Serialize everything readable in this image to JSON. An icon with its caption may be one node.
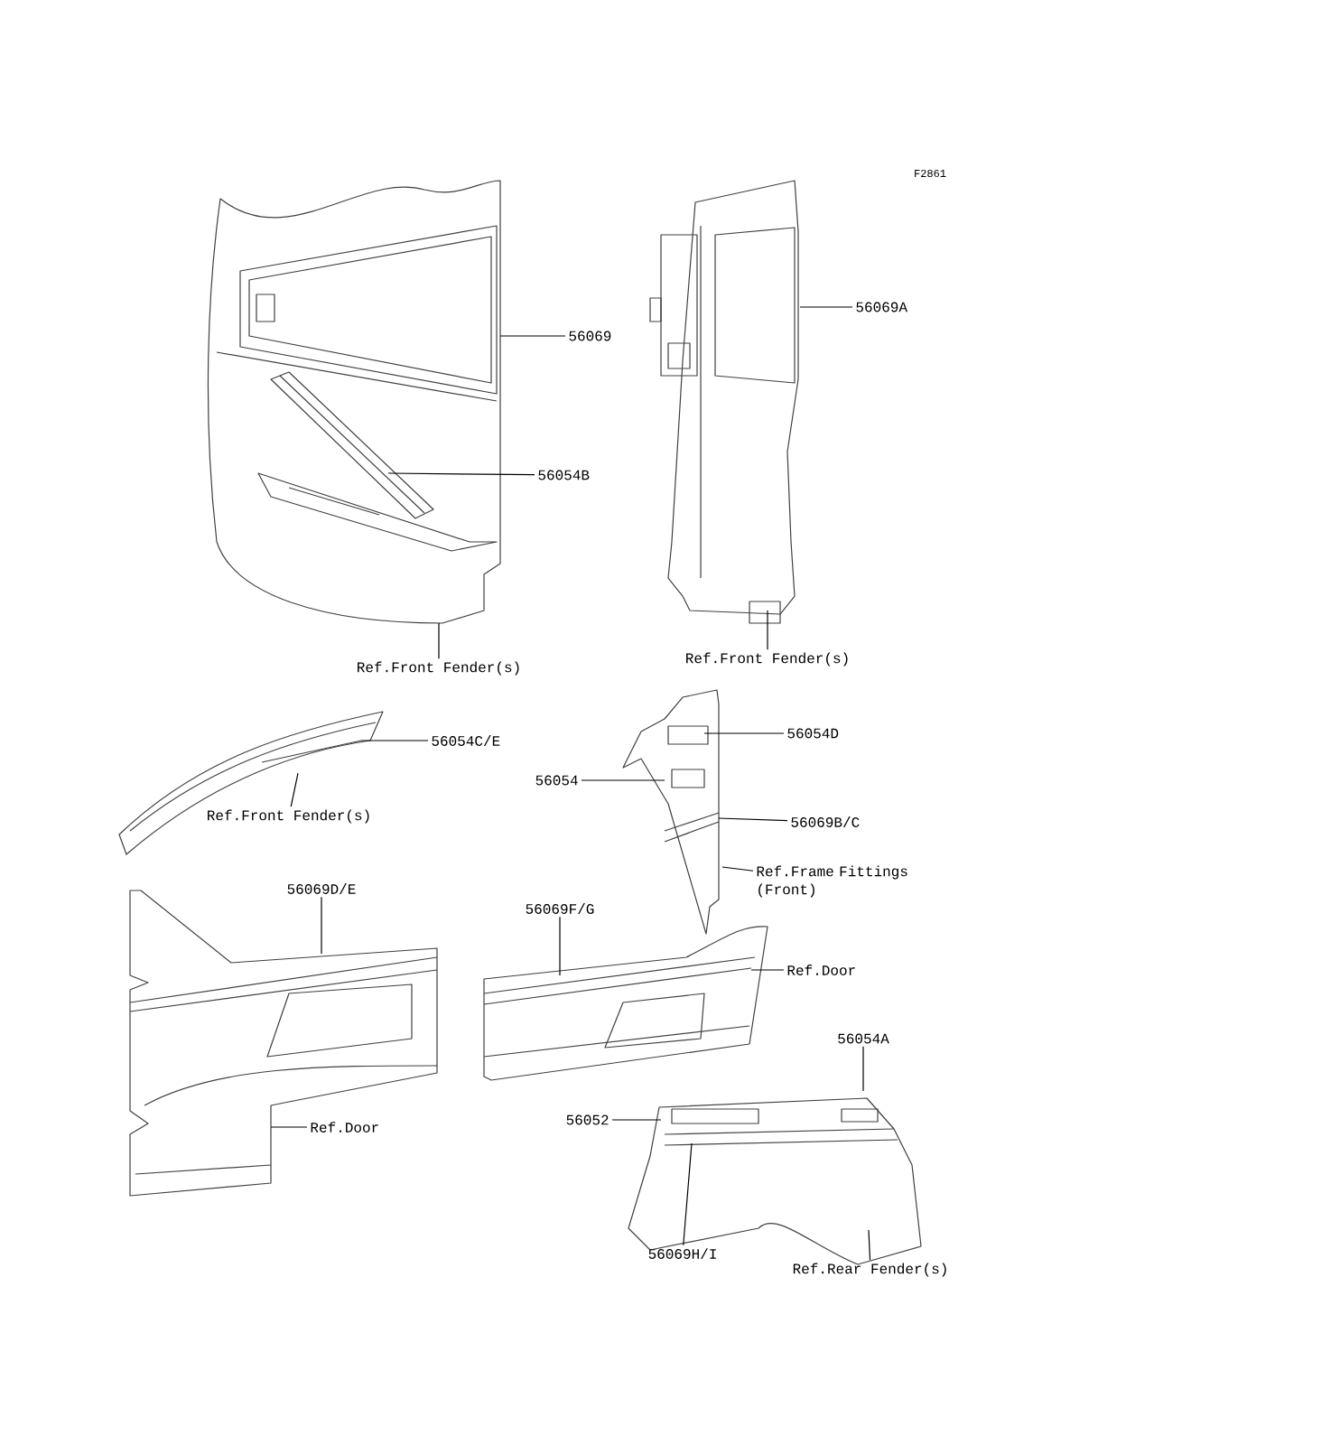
{
  "diagram": {
    "nodes": [
      {
        "text": [
          "56069"
        ]
      },
      {
        "text": [
          "56054B"
        ]
      },
      {
        "text": [
          "56069A"
        ]
      },
      {
        "text": [
          "Ref.Front Fender(s)"
        ]
      },
      {
        "text": [
          "Ref.Front Fender(s)"
        ]
      },
      {
        "text": [
          "56054C/E"
        ]
      },
      {
        "text": [
          "56054D"
        ]
      },
      {
        "text": [
          "56054"
        ]
      },
      {
        "text": [
          "56069B/C"
        ]
      },
      {
        "text": [
          "Ref.Frame Fittings (Front)"
        ]
      },
      {
        "text": [
          "Ref.Front Fender(s)"
        ]
      },
      {
        "text": [
          "56069D/E"
        ]
      },
      {
        "text": [
          "56069F/G"
        ]
      },
      {
        "text": [
          "Ref.Door"
        ]
      },
      {
        "text": [
          "56054A"
        ]
      },
      {
        "text": [
          "56052"
        ]
      },
      {
        "text": [
          "Ref.Door"
        ]
      },
      {
        "text": [
          "56069H/I"
        ]
      },
      {
        "text": [
          "Ref.Rear Fender(s)"
        ]
      },
      {
        "text": [],
        "shape": "picture"
      },
      {
        "text": [],
        "shape": "picture"
      },
      {
        "text": [],
        "shape": "picture"
      },
      {
        "text": [],
        "shape": "picture"
      },
      {
        "text": [],
        "shape": "picture"
      },
      {
        "text": [],
        "shape": "picture"
      },
      {
        "text": [],
        "shape": "picture"
      }
    ],
    "edges": [
      {
        "from": 0,
        "to": 19,
        "arrow": "none"
      },
      {
        "from": 1,
        "to": 19,
        "arrow": "none"
      },
      {
        "from": 2,
        "to": 20,
        "arrow": "none"
      },
      {
        "from": 3,
        "to": 19,
        "arrow": "none"
      },
      {
        "from": 4,
        "to": 20,
        "arrow": "none"
      },
      {
        "from": 5,
        "to": 21,
        "arrow": "none"
      },
      {
        "from": 6,
        "to": 22,
        "arrow": "none"
      },
      {
        "from": 7,
        "to": 22,
        "arrow": "none"
      },
      {
        "from": 8,
        "to": 22,
        "arrow": "none"
      },
      {
        "from": 9,
        "to": 22,
        "arrow": "none"
      },
      {
        "from": 10,
        "to": 21,
        "arrow": "none"
      },
      {
        "from": 11,
        "to": 23,
        "arrow": "none"
      },
      {
        "from": 12,
        "to": 24,
        "arrow": "none"
      },
      {
        "from": 13,
        "to": 24,
        "arrow": "none"
      },
      {
        "from": 14,
        "to": 25,
        "arrow": "none"
      },
      {
        "from": 15,
        "to": 25,
        "arrow": "none"
      },
      {
        "from": 16,
        "to": 23,
        "arrow": "none"
      },
      {
        "from": 17,
        "to": 25,
        "arrow": "none"
      },
      {
        "from": 18,
        "to": 25,
        "arrow": "none"
      }
    ],
    "labels": [
      "F2861"
    ]
  }
}
